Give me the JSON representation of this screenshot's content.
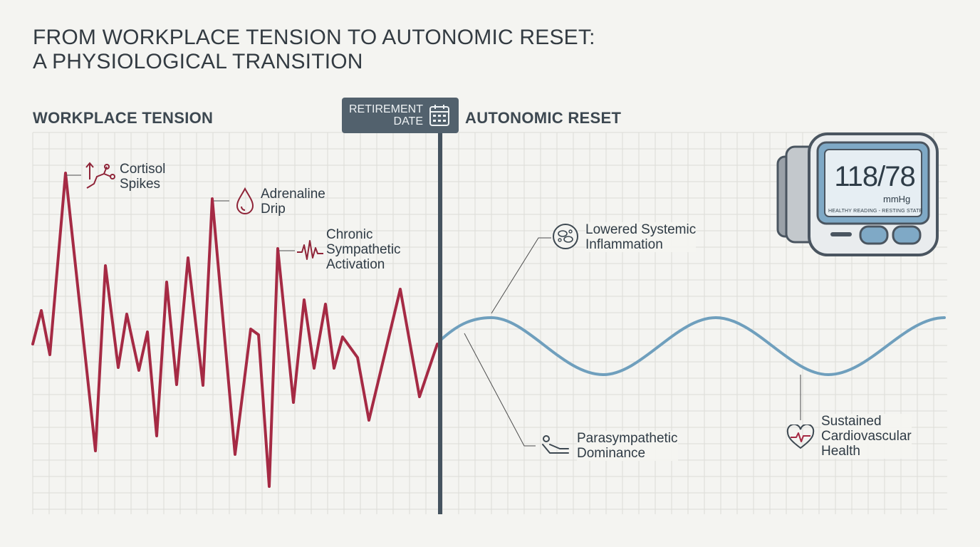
{
  "title": {
    "line1": "FROM WORKPLACE TENSION TO AUTONOMIC RESET:",
    "line2": "A PHYSIOLOGICAL TRANSITION"
  },
  "sections": {
    "left": "WORKPLACE TENSION",
    "right": "AUTONOMIC RESET"
  },
  "marker": {
    "line1": "RETIREMENT",
    "line2": "DATE",
    "icon": "calendar-icon"
  },
  "annotations": {
    "cortisol": {
      "line1": "Cortisol",
      "line2": "Spikes",
      "icon": "molecule-arrow-icon"
    },
    "adrenaline": {
      "line1": "Adrenaline",
      "line2": "Drip",
      "icon": "drop-icon"
    },
    "sympathetic": {
      "line1": "Chronic",
      "line2": "Sympathetic",
      "line3": "Activation",
      "icon": "pulse-icon"
    },
    "inflammation": {
      "line1": "Lowered Systemic",
      "line2": "Inflammation",
      "icon": "cell-icon"
    },
    "parasympathetic": {
      "line1": "Parasympathetic",
      "line2": "Dominance",
      "icon": "reclining-person-icon"
    },
    "cardio": {
      "line1": "Sustained",
      "line2": "Cardiovascular",
      "line3": "Health",
      "icon": "heart-pulse-icon"
    }
  },
  "monitor": {
    "reading": "118/78",
    "unit": "mmHg",
    "status": "HEALTHY READING - RESTING STATE"
  },
  "colors": {
    "stress_line": "#a52a44",
    "calm_line": "#6f9fbd",
    "marker": "#52616d",
    "grid": "#dcdcd8"
  }
}
